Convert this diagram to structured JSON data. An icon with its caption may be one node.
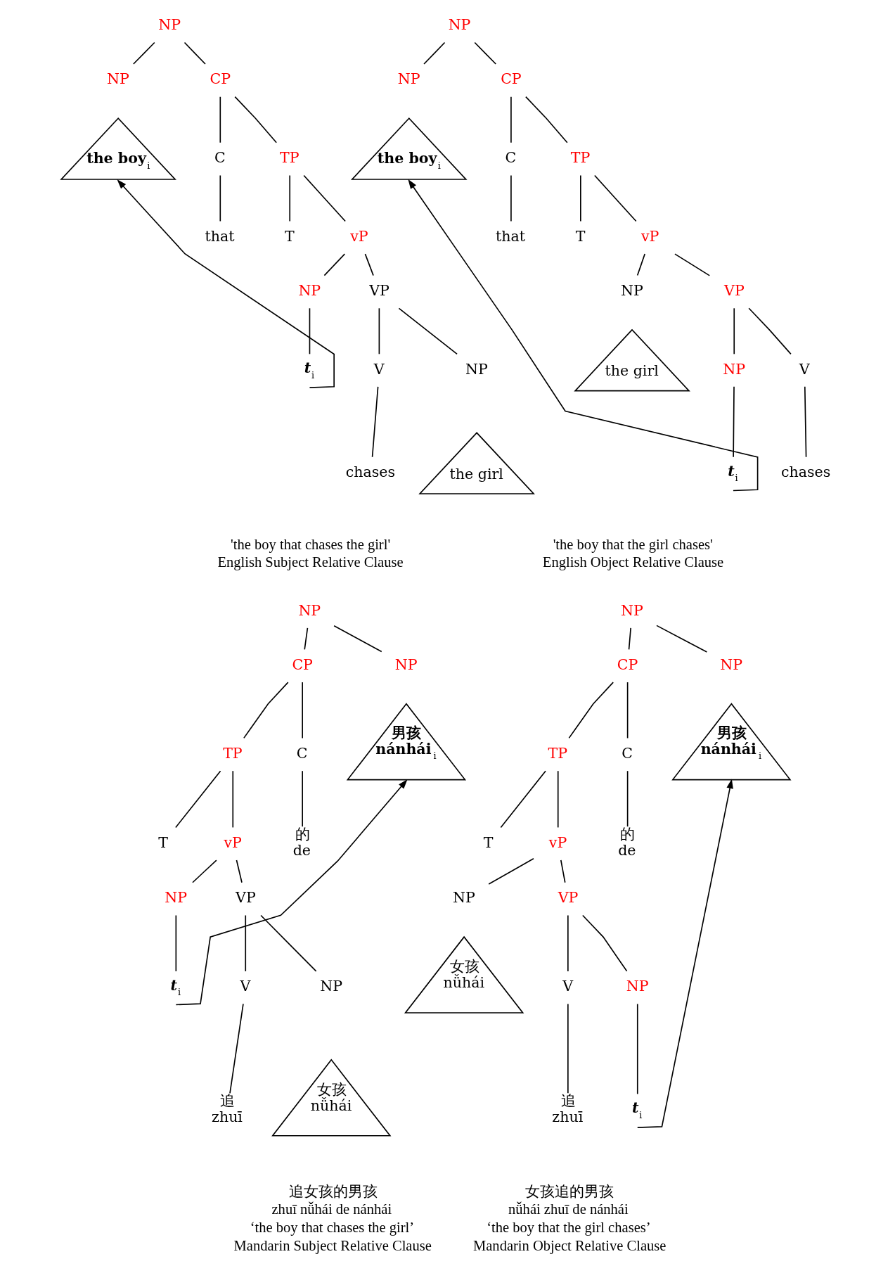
{
  "diagram": {
    "nodes": [
      {
        "text": [
          "NP"
        ]
      },
      {
        "text": [
          "NP"
        ]
      },
      {
        "text": [
          "CP"
        ]
      },
      {
        "text": [
          "the boy$_{i}$"
        ]
      },
      {
        "text": [
          "C"
        ]
      },
      {
        "text": [
          "TP"
        ]
      },
      {
        "text": [
          "that"
        ]
      },
      {
        "text": [
          "T"
        ]
      },
      {
        "text": [
          "vP"
        ]
      },
      {
        "text": [
          "NP"
        ]
      },
      {
        "text": [
          "VP"
        ]
      },
      {
        "text": [
          "t$_{i}$"
        ]
      },
      {
        "text": [
          "V"
        ]
      },
      {
        "text": [
          "NP"
        ]
      },
      {
        "text": [
          "chases"
        ]
      },
      {
        "text": [
          "the girl"
        ]
      },
      {
        "text": [
          "NP"
        ]
      },
      {
        "text": [
          "NP"
        ]
      },
      {
        "text": [
          "CP"
        ]
      },
      {
        "text": [
          "the boy$_{i}$"
        ]
      },
      {
        "text": [
          "C"
        ]
      },
      {
        "text": [
          "TP"
        ]
      },
      {
        "text": [
          "that"
        ]
      },
      {
        "text": [
          "T"
        ]
      },
      {
        "text": [
          "vP"
        ]
      },
      {
        "text": [
          "NP"
        ]
      },
      {
        "text": [
          "VP"
        ]
      },
      {
        "text": [
          "the girl"
        ]
      },
      {
        "text": [
          "V"
        ]
      },
      {
        "text": [
          "NP"
        ]
      },
      {
        "text": [
          "chases"
        ]
      },
      {
        "text": [
          "t$_{i}$"
        ]
      },
      {
        "text": [
          "NP"
        ]
      },
      {
        "text": [
          "CP"
        ]
      },
      {
        "text": [
          "NP"
        ]
      },
      {
        "text": [
          "TP"
        ]
      },
      {
        "text": [
          "C"
        ]
      },
      {
        "text": [
          "男孩",
          "nánhái$_{i}$"
        ]
      },
      {
        "text": [
          "T"
        ]
      },
      {
        "text": [
          "vP"
        ]
      },
      {
        "text": [
          "的",
          "de"
        ]
      },
      {
        "text": [
          "NP"
        ]
      },
      {
        "text": [
          "VP"
        ]
      },
      {
        "text": [
          "t$_{i}$"
        ]
      },
      {
        "text": [
          "V"
        ]
      },
      {
        "text": [
          "NP"
        ]
      },
      {
        "text": [
          "追",
          "zhuī"
        ]
      },
      {
        "text": [
          "女孩",
          "nǚhái"
        ]
      },
      {
        "text": [
          "NP"
        ]
      },
      {
        "text": [
          "CP"
        ]
      },
      {
        "text": [
          "NP"
        ]
      },
      {
        "text": [
          "TP"
        ]
      },
      {
        "text": [
          "C"
        ]
      },
      {
        "text": [
          "男孩",
          "nánhái$_{i}$"
        ]
      },
      {
        "text": [
          "T"
        ]
      },
      {
        "text": [
          "vP"
        ]
      },
      {
        "text": [
          "的",
          "de"
        ]
      },
      {
        "text": [
          "NP"
        ]
      },
      {
        "text": [
          "VP"
        ]
      },
      {
        "text": [
          "女孩",
          "nǚhái"
        ]
      },
      {
        "text": [
          "V"
        ]
      },
      {
        "text": [
          "NP"
        ]
      },
      {
        "text": [
          "追",
          "zhuī"
        ]
      },
      {
        "text": [
          "t$_{i}$"
        ]
      }
    ],
    "edges": [
      {
        "from": 0,
        "to": 1,
        "arrow": "none"
      },
      {
        "from": 0,
        "to": 2,
        "arrow": "none"
      },
      {
        "from": 2,
        "to": 4,
        "arrow": "none"
      },
      {
        "from": 2,
        "to": 5,
        "arrow": "none"
      },
      {
        "from": 4,
        "to": 6,
        "arrow": "none"
      },
      {
        "from": 5,
        "to": 7,
        "arrow": "none"
      },
      {
        "from": 5,
        "to": 8,
        "arrow": "none"
      },
      {
        "from": 8,
        "to": 9,
        "arrow": "none"
      },
      {
        "from": 8,
        "to": 10,
        "arrow": "none"
      },
      {
        "from": 9,
        "to": 11,
        "arrow": "none"
      },
      {
        "from": 10,
        "to": 12,
        "arrow": "none"
      },
      {
        "from": 10,
        "to": 13,
        "arrow": "none"
      },
      {
        "from": 12,
        "to": 14,
        "arrow": "none"
      },
      {
        "from": 11,
        "to": 3,
        "arrow": "to"
      },
      {
        "from": 16,
        "to": 17,
        "arrow": "none"
      },
      {
        "from": 16,
        "to": 18,
        "arrow": "none"
      },
      {
        "from": 18,
        "to": 20,
        "arrow": "none"
      },
      {
        "from": 18,
        "to": 21,
        "arrow": "none"
      },
      {
        "from": 20,
        "to": 22,
        "arrow": "none"
      },
      {
        "from": 21,
        "to": 23,
        "arrow": "none"
      },
      {
        "from": 21,
        "to": 24,
        "arrow": "none"
      },
      {
        "from": 24,
        "to": 25,
        "arrow": "none"
      },
      {
        "from": 24,
        "to": 26,
        "arrow": "none"
      },
      {
        "from": 26,
        "to": 28,
        "arrow": "none"
      },
      {
        "from": 26,
        "to": 29,
        "arrow": "none"
      },
      {
        "from": 28,
        "to": 30,
        "arrow": "none"
      },
      {
        "from": 29,
        "to": 31,
        "arrow": "none"
      },
      {
        "from": 31,
        "to": 19,
        "arrow": "to"
      },
      {
        "from": 32,
        "to": 33,
        "arrow": "none"
      },
      {
        "from": 32,
        "to": 34,
        "arrow": "none"
      },
      {
        "from": 33,
        "to": 35,
        "arrow": "none"
      },
      {
        "from": 33,
        "to": 36,
        "arrow": "none"
      },
      {
        "from": 35,
        "to": 38,
        "arrow": "none"
      },
      {
        "from": 35,
        "to": 39,
        "arrow": "none"
      },
      {
        "from": 36,
        "to": 40,
        "arrow": "none"
      },
      {
        "from": 39,
        "to": 41,
        "arrow": "none"
      },
      {
        "from": 39,
        "to": 42,
        "arrow": "none"
      },
      {
        "from": 41,
        "to": 43,
        "arrow": "none"
      },
      {
        "from": 42,
        "to": 44,
        "arrow": "none"
      },
      {
        "from": 42,
        "to": 45,
        "arrow": "none"
      },
      {
        "from": 44,
        "to": 46,
        "arrow": "none"
      },
      {
        "from": 43,
        "to": 37,
        "arrow": "to"
      },
      {
        "from": 48,
        "to": 49,
        "arrow": "none"
      },
      {
        "from": 48,
        "to": 50,
        "arrow": "none"
      },
      {
        "from": 49,
        "to": 51,
        "arrow": "none"
      },
      {
        "from": 49,
        "to": 52,
        "arrow": "none"
      },
      {
        "from": 51,
        "to": 54,
        "arrow": "none"
      },
      {
        "from": 51,
        "to": 55,
        "arrow": "none"
      },
      {
        "from": 52,
        "to": 56,
        "arrow": "none"
      },
      {
        "from": 55,
        "to": 57,
        "arrow": "none"
      },
      {
        "from": 55,
        "to": 58,
        "arrow": "none"
      },
      {
        "from": 58,
        "to": 60,
        "arrow": "none"
      },
      {
        "from": 58,
        "to": 61,
        "arrow": "none"
      },
      {
        "from": 60,
        "to": 62,
        "arrow": "none"
      },
      {
        "from": 61,
        "to": 63,
        "arrow": "none"
      },
      {
        "from": 63,
        "to": 53,
        "arrow": "to"
      }
    ],
    "labels": [
      "'the boy that chases the girl'",
      "English Subject Relative Clause",
      "'the boy that the girl chases'",
      "English Object Relative Clause",
      "追女孩的男孩",
      "zhuī nǚhái de nánhái",
      "‘the boy that chases the girl’",
      "Mandarin Subject Relative Clause",
      "女孩追的男孩",
      "nǚhái zhuī de nánhái",
      "‘the boy that the girl chases’",
      "Mandarin Object Relative Clause"
    ]
  }
}
